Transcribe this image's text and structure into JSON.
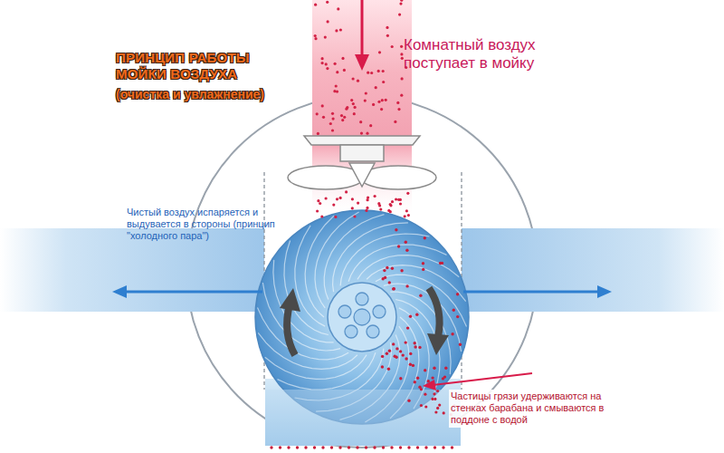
{
  "diagram": {
    "title": "ПРИНЦИП РАБОТЫ МОЙКИ ВОЗДУХА",
    "labels": [
      "(очистка и увлажнение)",
      "Комнатный воздух поступает в мойку",
      "Чистый воздух испаряется и выдувается в стороны (принцип \"холодного пара\")",
      "Частицы грязи удерживаются на стенках барабана и смываются в поддоне с водой"
    ]
  }
}
